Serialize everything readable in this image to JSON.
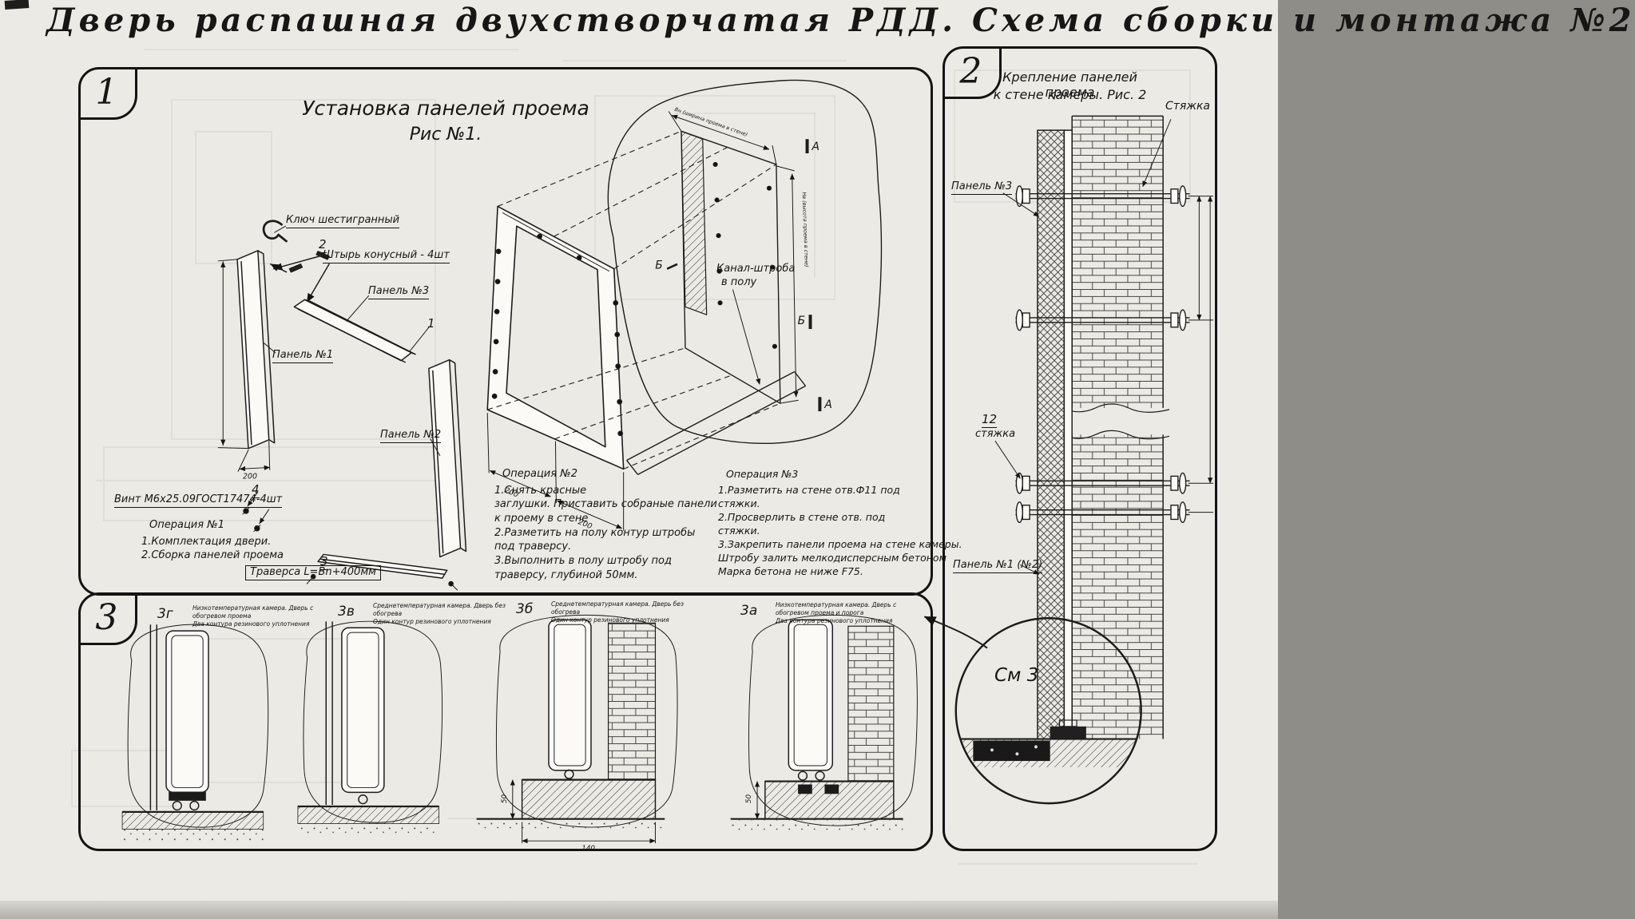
{
  "sheet": {
    "title": "Дверь распашная двухстворчатая РДД.  Схема сборки и монтажа №2"
  },
  "fig1": {
    "number": "1",
    "caption_line1": "Установка панелей проема",
    "caption_line2": "Рис №1.",
    "labels": {
      "hex_key": "Ключ шестигранный",
      "pin_num": "2",
      "pin": "Штырь конусный - 4шт",
      "panel3_num": "1",
      "panel3": "Панель №3",
      "panel1": "Панель №1",
      "panel2": "Панель №2",
      "screw_num": "4",
      "screw": "Винт М6х25.09ГОСТ17474-4шт",
      "traverse_num": "3",
      "traverse": "Траверса  L=Bn+400мм",
      "channel_line1": "Канал-штроба",
      "channel_line2": "в полу",
      "section_a": "А",
      "section_b": "Б",
      "dim_200": "200",
      "dim_top": "Вн (ширина проема в стене)",
      "dim_right": "Нв (высота проема в стене)"
    },
    "op1": {
      "title": "Операция №1",
      "lines": [
        "1.Комплектация двери.",
        "2.Сборка панелей проема"
      ]
    },
    "op2": {
      "title": "Операция №2",
      "lines": [
        "1.Снять красные",
        "заглушки. Приставить собраные панели",
        "к проему в стене",
        "2.Разметить на полу контур штробы",
        "под траверсу.",
        "3.Выполнить в полу штробу под",
        "траверсу, глубиной 50мм."
      ]
    },
    "op3": {
      "title": "Операция №3",
      "lines": [
        "1.Разметить на стене отв.Ф11 под",
        "стяжки.",
        "2.Просверлить в стене отв.  под",
        "стяжки.",
        "3.Закрепить панели проема на стене камеры.",
        "Штробу залить мелкодисперсным бетоном",
        "Марка бетона не ниже  F75."
      ]
    }
  },
  "fig2": {
    "number": "2",
    "caption_line1": "Крепление панелей проема",
    "caption_line2": "к стене камеры. Рис. 2",
    "labels": {
      "tie_top": "Стяжка",
      "panel3": "Панель №3",
      "tie_num": "12",
      "tie": "стяжка",
      "panel12": "Панель №1 (№2)",
      "see3": "См 3"
    }
  },
  "fig3": {
    "number": "3",
    "items": [
      {
        "id": "3г",
        "desc1": "Низкотемпературная камера. Дверь с обогревом проема",
        "desc2": "Два контура резинового уплотнения"
      },
      {
        "id": "3в",
        "desc1": "Среднетемпературная камера. Дверь без обогрева",
        "desc2": "Один контур резинового уплотнения"
      },
      {
        "id": "3б",
        "desc1": "Среднетемпературная камера. Дверь без обогрева",
        "desc2": "Один контур резинового уплотнения"
      },
      {
        "id": "3а",
        "desc1": "Низкотемпературная камера. Дверь с обогревом проема и порога",
        "desc2": "Два контура резинового уплотнения"
      }
    ],
    "dims": {
      "d50": "50",
      "d140": "140"
    }
  }
}
